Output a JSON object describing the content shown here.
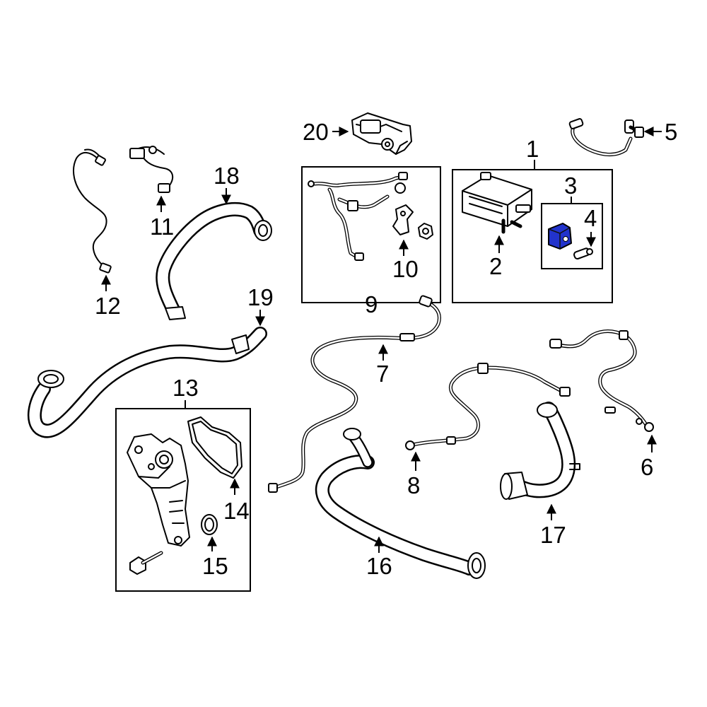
{
  "colors": {
    "background": "#ffffff",
    "line": "#000000",
    "highlight": "#2233cc"
  },
  "callouts": {
    "c1": "1",
    "c2": "2",
    "c3": "3",
    "c4": "4",
    "c5": "5",
    "c6": "6",
    "c7": "7",
    "c8": "8",
    "c9": "9",
    "c10": "10",
    "c11": "11",
    "c12": "12",
    "c13": "13",
    "c14": "14",
    "c15": "15",
    "c16": "16",
    "c17": "17",
    "c18": "18",
    "c19": "19",
    "c20": "20"
  }
}
